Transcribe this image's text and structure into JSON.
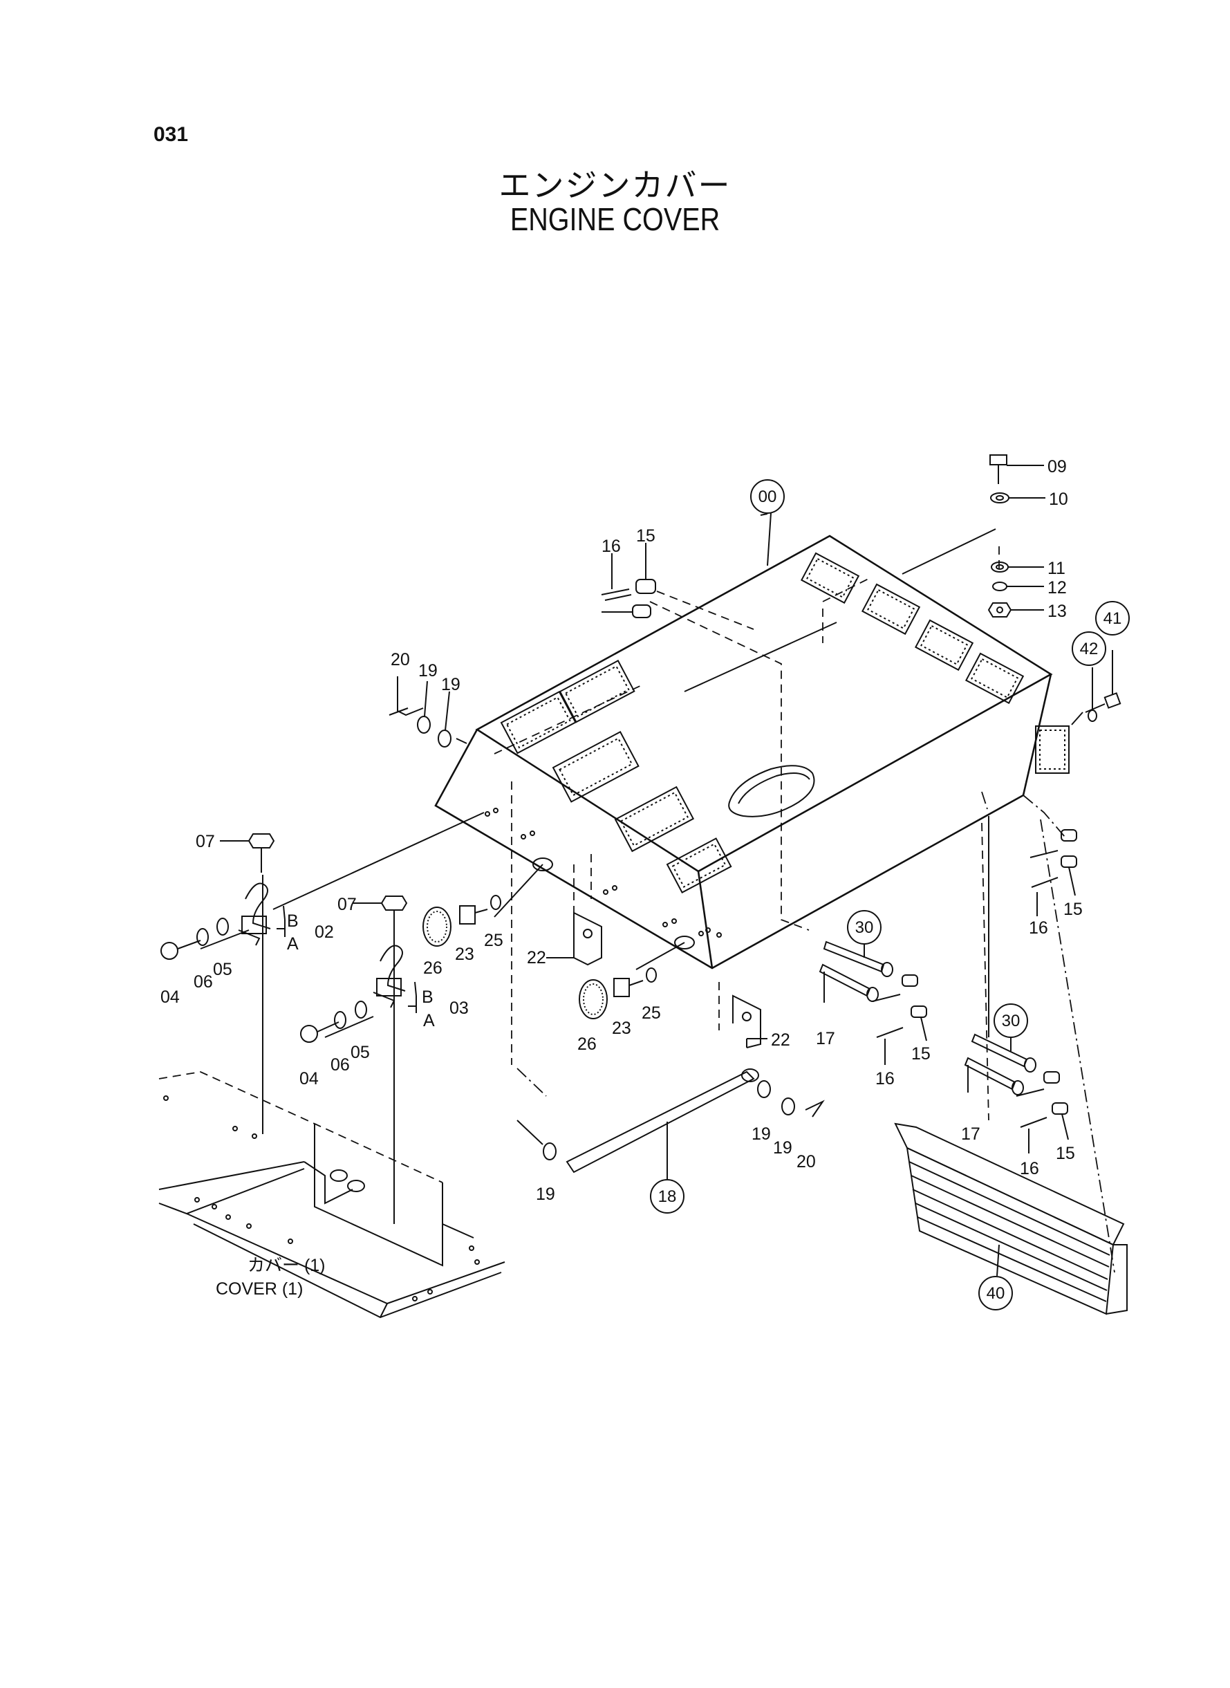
{
  "page_number": "031",
  "title_ja": "エンジンカバー",
  "title_en": "ENGINE COVER",
  "cover_note": {
    "ja": "カバー (1)",
    "en": "COVER (1)"
  },
  "callouts": {
    "c00": "00",
    "c18": "18",
    "c30a": "30",
    "c30b": "30",
    "c40": "40",
    "c41": "41",
    "c42": "42"
  },
  "labels": {
    "l09": "09",
    "l10": "10",
    "l11": "11",
    "l12": "12",
    "l13": "13",
    "l15a": "15",
    "l16a": "16",
    "l20a": "20",
    "l19a": "19",
    "l19b": "19",
    "l07a": "07",
    "lBa": "B",
    "lAa": "A",
    "l02": "02",
    "l04a": "04",
    "l06a": "06",
    "l05a": "05",
    "l07b": "07",
    "l26a": "26",
    "l23a": "23",
    "l25a": "25",
    "lBb": "B",
    "lAb": "A",
    "l03": "03",
    "l04b": "04",
    "l06b": "06",
    "l05b": "05",
    "l22a": "22",
    "l26b": "26",
    "l23b": "23",
    "l25b": "25",
    "l22b": "22",
    "l15b": "15",
    "l16b": "16",
    "l17a": "17",
    "l16c": "16",
    "l15c": "15",
    "l17b": "17",
    "l16d": "16",
    "l15d": "15",
    "l19c": "19",
    "l19d": "19",
    "l20b": "20",
    "l19e": "19"
  }
}
